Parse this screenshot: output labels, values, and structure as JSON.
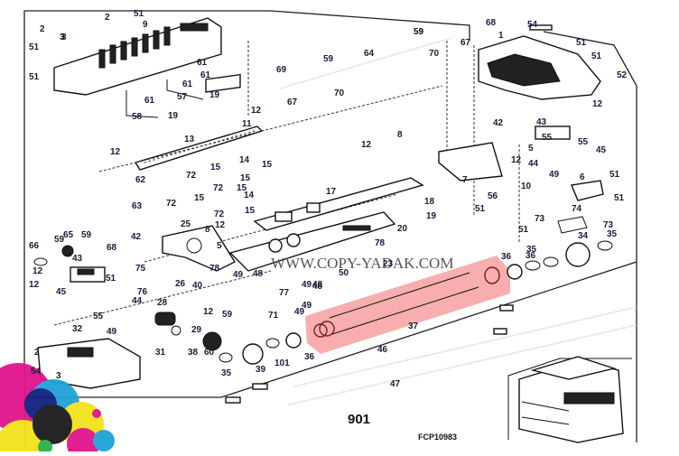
{
  "diagram": {
    "figure_code": "FCP10983",
    "assembly_number": "901",
    "watermark": "WWW.COPY-YADAK.COM",
    "highlight_color": "#f7a0a0",
    "highlighted_part": "37",
    "callouts": [
      {
        "id": "c1",
        "label": "2"
      },
      {
        "id": "c2",
        "label": "51"
      },
      {
        "id": "c3",
        "label": "3"
      },
      {
        "id": "c4",
        "label": "9"
      },
      {
        "id": "c5",
        "label": "2"
      },
      {
        "id": "c6",
        "label": "3"
      },
      {
        "id": "c7",
        "label": "51"
      },
      {
        "id": "c8",
        "label": "51"
      },
      {
        "id": "c9",
        "label": "61"
      },
      {
        "id": "c10",
        "label": "61"
      },
      {
        "id": "c11",
        "label": "61"
      },
      {
        "id": "c12",
        "label": "57"
      },
      {
        "id": "c13",
        "label": "19"
      },
      {
        "id": "c14",
        "label": "61"
      },
      {
        "id": "c15",
        "label": "58"
      },
      {
        "id": "c16",
        "label": "19"
      },
      {
        "id": "c17",
        "label": "11"
      },
      {
        "id": "c18",
        "label": "12"
      },
      {
        "id": "c19",
        "label": "13"
      },
      {
        "id": "c20",
        "label": "12"
      },
      {
        "id": "c21",
        "label": "62"
      },
      {
        "id": "c22",
        "label": "72"
      },
      {
        "id": "c23",
        "label": "15"
      },
      {
        "id": "c24",
        "label": "14"
      },
      {
        "id": "c25",
        "label": "15"
      },
      {
        "id": "c26",
        "label": "15"
      },
      {
        "id": "c27",
        "label": "72"
      },
      {
        "id": "c28",
        "label": "63"
      },
      {
        "id": "c29",
        "label": "72"
      },
      {
        "id": "c30",
        "label": "15"
      },
      {
        "id": "c31",
        "label": "15"
      },
      {
        "id": "c32",
        "label": "14"
      },
      {
        "id": "c33",
        "label": "15"
      },
      {
        "id": "c34",
        "label": "72"
      },
      {
        "id": "c35",
        "label": "59"
      },
      {
        "id": "c36",
        "label": "68"
      },
      {
        "id": "c37",
        "label": "67"
      },
      {
        "id": "c38",
        "label": "1"
      },
      {
        "id": "c39",
        "label": "54"
      },
      {
        "id": "c40",
        "label": "51"
      },
      {
        "id": "c41",
        "label": "51"
      },
      {
        "id": "c42",
        "label": "52"
      },
      {
        "id": "c43",
        "label": "59"
      },
      {
        "id": "c44",
        "label": "70"
      },
      {
        "id": "c45",
        "label": "64"
      },
      {
        "id": "c46",
        "label": "59"
      },
      {
        "id": "c47",
        "label": "69"
      },
      {
        "id": "c48",
        "label": "70"
      },
      {
        "id": "c49",
        "label": "67"
      },
      {
        "id": "c50",
        "label": "12"
      },
      {
        "id": "c51",
        "label": "42"
      },
      {
        "id": "c52",
        "label": "43"
      },
      {
        "id": "c53",
        "label": "5"
      },
      {
        "id": "c54",
        "label": "55"
      },
      {
        "id": "c55",
        "label": "55"
      },
      {
        "id": "c56",
        "label": "45"
      },
      {
        "id": "c57",
        "label": "12"
      },
      {
        "id": "c58",
        "label": "44"
      },
      {
        "id": "c59",
        "label": "49"
      },
      {
        "id": "c60",
        "label": "8"
      },
      {
        "id": "c61",
        "label": "12"
      },
      {
        "id": "c62",
        "label": "7"
      },
      {
        "id": "c63",
        "label": "10"
      },
      {
        "id": "c64",
        "label": "56"
      },
      {
        "id": "c65",
        "label": "51"
      },
      {
        "id": "c66",
        "label": "6"
      },
      {
        "id": "c67",
        "label": "51"
      },
      {
        "id": "c68",
        "label": "51"
      },
      {
        "id": "c69",
        "label": "74"
      },
      {
        "id": "c70",
        "label": "73"
      },
      {
        "id": "c71",
        "label": "73"
      },
      {
        "id": "c72",
        "label": "51"
      },
      {
        "id": "c73",
        "label": "34"
      },
      {
        "id": "c74",
        "label": "35"
      },
      {
        "id": "c75",
        "label": "35"
      },
      {
        "id": "c76",
        "label": "36"
      },
      {
        "id": "c77",
        "label": "17"
      },
      {
        "id": "c78",
        "label": "18"
      },
      {
        "id": "c79",
        "label": "19"
      },
      {
        "id": "c80",
        "label": "20"
      },
      {
        "id": "c81",
        "label": "78"
      },
      {
        "id": "c82",
        "label": "23"
      },
      {
        "id": "c83",
        "label": "50"
      },
      {
        "id": "c84",
        "label": "25"
      },
      {
        "id": "c85",
        "label": "8"
      },
      {
        "id": "c86",
        "label": "12"
      },
      {
        "id": "c87",
        "label": "5"
      },
      {
        "id": "c88",
        "label": "42"
      },
      {
        "id": "c89",
        "label": "78"
      },
      {
        "id": "c90",
        "label": "40"
      },
      {
        "id": "c91",
        "label": "49"
      },
      {
        "id": "c92",
        "label": "48"
      },
      {
        "id": "c93",
        "label": "49"
      },
      {
        "id": "c94",
        "label": "48"
      },
      {
        "id": "c95",
        "label": "77"
      },
      {
        "id": "c96",
        "label": "49"
      },
      {
        "id": "c97",
        "label": "48"
      },
      {
        "id": "c98",
        "label": "49"
      },
      {
        "id": "c99",
        "label": "71"
      },
      {
        "id": "c100",
        "label": "66"
      },
      {
        "id": "c101",
        "label": "59"
      },
      {
        "id": "c102",
        "label": "65"
      },
      {
        "id": "c103",
        "label": "59"
      },
      {
        "id": "c104",
        "label": "68"
      },
      {
        "id": "c105",
        "label": "12"
      },
      {
        "id": "c106",
        "label": "43"
      },
      {
        "id": "c107",
        "label": "12"
      },
      {
        "id": "c108",
        "label": "45"
      },
      {
        "id": "c109",
        "label": "51"
      },
      {
        "id": "c110",
        "label": "75"
      },
      {
        "id": "c111",
        "label": "76"
      },
      {
        "id": "c112",
        "label": "26"
      },
      {
        "id": "c113",
        "label": "44"
      },
      {
        "id": "c114",
        "label": "55"
      },
      {
        "id": "c115",
        "label": "49"
      },
      {
        "id": "c116",
        "label": "59"
      },
      {
        "id": "c117",
        "label": "12"
      },
      {
        "id": "c118",
        "label": "28"
      },
      {
        "id": "c119",
        "label": "29"
      },
      {
        "id": "c120",
        "label": "32"
      },
      {
        "id": "c121",
        "label": "31"
      },
      {
        "id": "c122",
        "label": "38"
      },
      {
        "id": "c123",
        "label": "60"
      },
      {
        "id": "c124",
        "label": "35"
      },
      {
        "id": "c125",
        "label": "39"
      },
      {
        "id": "c126",
        "label": "101"
      },
      {
        "id": "c127",
        "label": "36"
      },
      {
        "id": "c128",
        "label": "2"
      },
      {
        "id": "c129",
        "label": "54"
      },
      {
        "id": "c130",
        "label": "3"
      },
      {
        "id": "c131",
        "label": "37"
      },
      {
        "id": "c132",
        "label": "46"
      },
      {
        "id": "c133",
        "label": "47"
      },
      {
        "id": "c134",
        "label": "36"
      }
    ]
  }
}
